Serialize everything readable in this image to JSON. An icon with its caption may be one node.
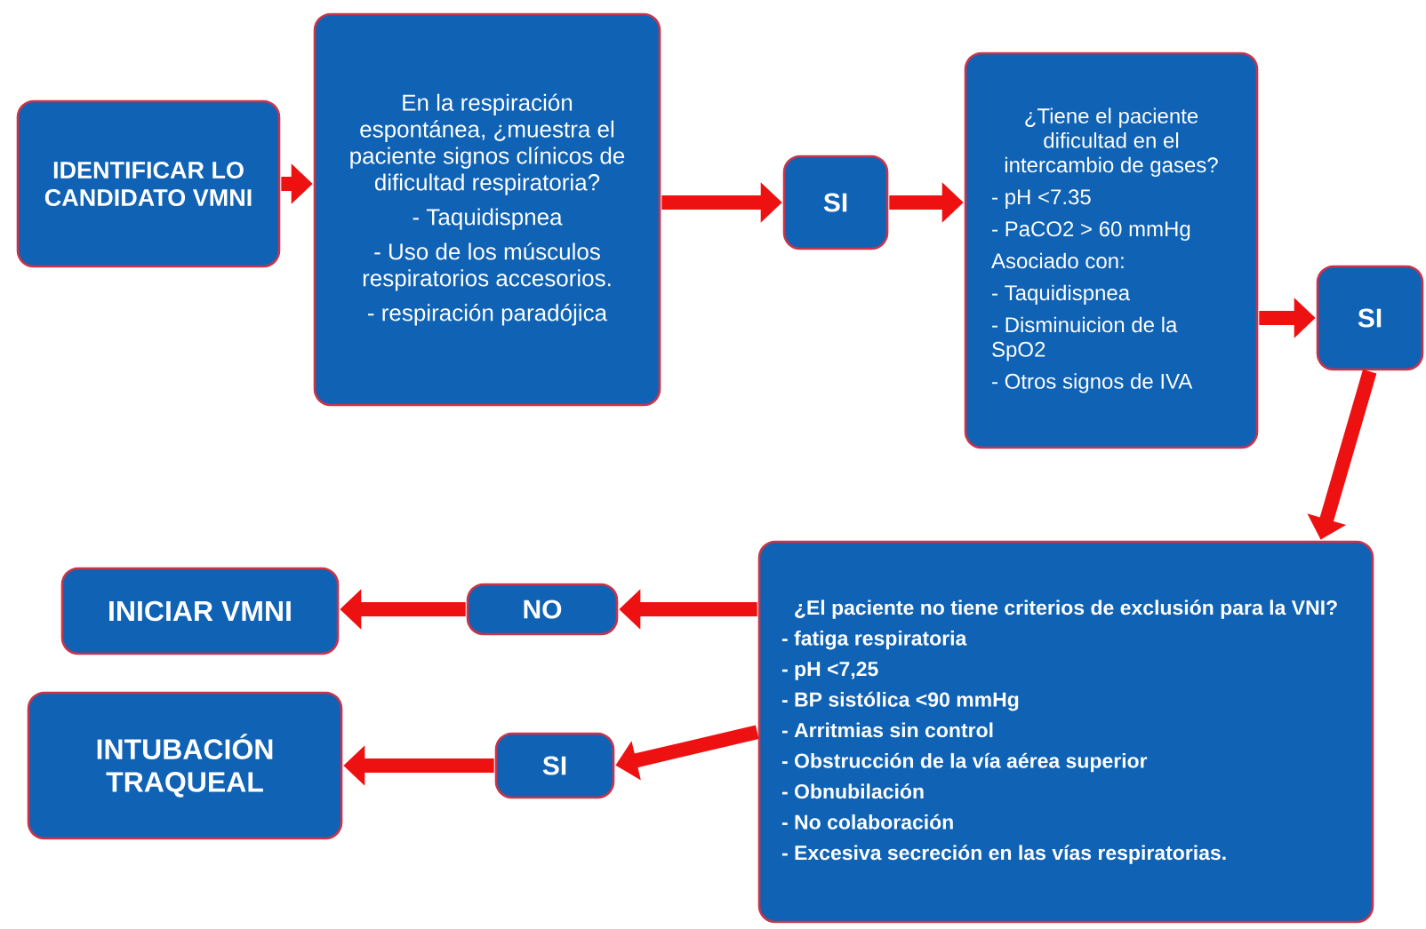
{
  "diagram": {
    "nodes": [
      {
        "text": [
          "IDENTIFICAR LO CANDIDATO VMNI"
        ]
      },
      {
        "text": [
          "En la respiración espontánea, ¿muestra el paciente signos clínicos de dificultad respiratoria?",
          "- Taquidispnea",
          "- Uso de los músculos respiratorios accesorios.",
          "- respiración paradójica"
        ]
      },
      {
        "text": [
          "SI"
        ]
      },
      {
        "text": [
          "¿Tiene el paciente dificultad en el intercambio de gases?",
          "- pH <7.35",
          "- PaCO2 > 60 mmHg",
          "Asociado con:",
          "- Taquidispnea",
          "- Disminuicion de la SpO2",
          "- Otros signos de IVA"
        ]
      },
      {
        "text": [
          "SI"
        ]
      },
      {
        "text": [
          "¿El paciente no tiene criterios de exclusión para la VNI?",
          "- fatiga respiratoria",
          "- pH <7,25",
          "- BP sistólica <90 mmHg",
          "- Arritmias sin control",
          "- Obstrucción de la vía aérea superior",
          "- Obnubilación",
          "- No colaboración",
          "- Excesiva secreción en las vías respiratorias."
        ]
      },
      {
        "text": [
          "NO"
        ]
      },
      {
        "text": [
          "INICIAR VMNI"
        ]
      },
      {
        "text": [
          "SI"
        ]
      },
      {
        "text": [
          "INTUBACIÓN TRAQUEAL"
        ]
      }
    ],
    "edges": [
      {
        "from": 0,
        "to": 1,
        "arrow": "to"
      },
      {
        "from": 1,
        "to": 2,
        "arrow": "to"
      },
      {
        "from": 2,
        "to": 3,
        "arrow": "to"
      },
      {
        "from": 3,
        "to": 4,
        "arrow": "to"
      },
      {
        "from": 4,
        "to": 5,
        "arrow": "to"
      },
      {
        "from": 5,
        "to": 6,
        "arrow": "to"
      },
      {
        "from": 6,
        "to": 7,
        "arrow": "to"
      },
      {
        "from": 5,
        "to": 8,
        "arrow": "to"
      },
      {
        "from": 8,
        "to": 9,
        "arrow": "to"
      }
    ]
  }
}
